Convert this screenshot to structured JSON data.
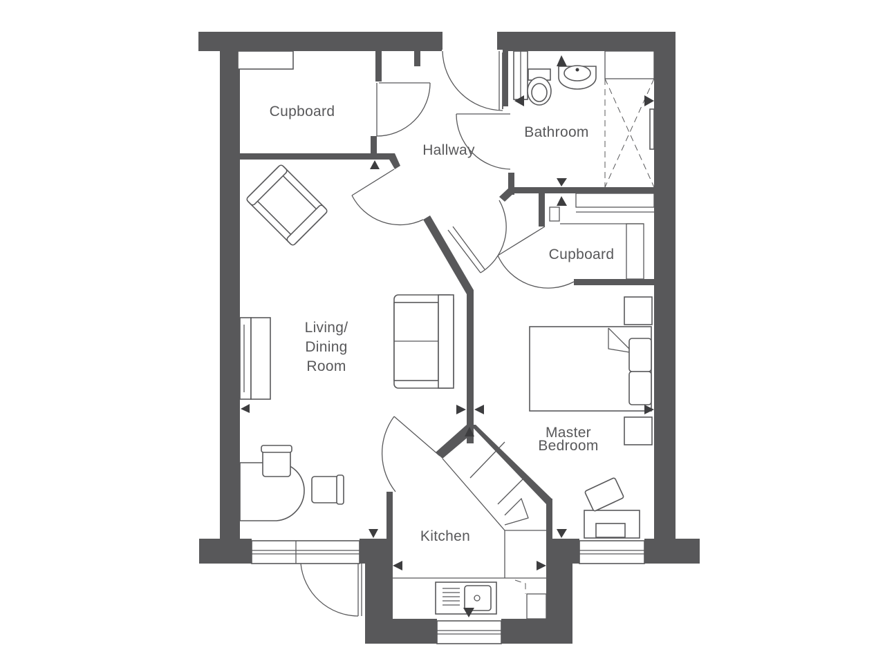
{
  "rooms": {
    "cupboard_top_left": "Cupboard",
    "hallway": "Hallway",
    "bathroom": "Bathroom",
    "cupboard_right": "Cupboard",
    "living_line1": "Living/",
    "living_line2": "Dining",
    "living_line3": "Room",
    "master_line1": "Master",
    "master_line2": "Bedroom",
    "kitchen": "Kitchen"
  },
  "colors": {
    "wall": "#58585a",
    "background": "#ffffff",
    "marker": "#3d3d3f"
  }
}
